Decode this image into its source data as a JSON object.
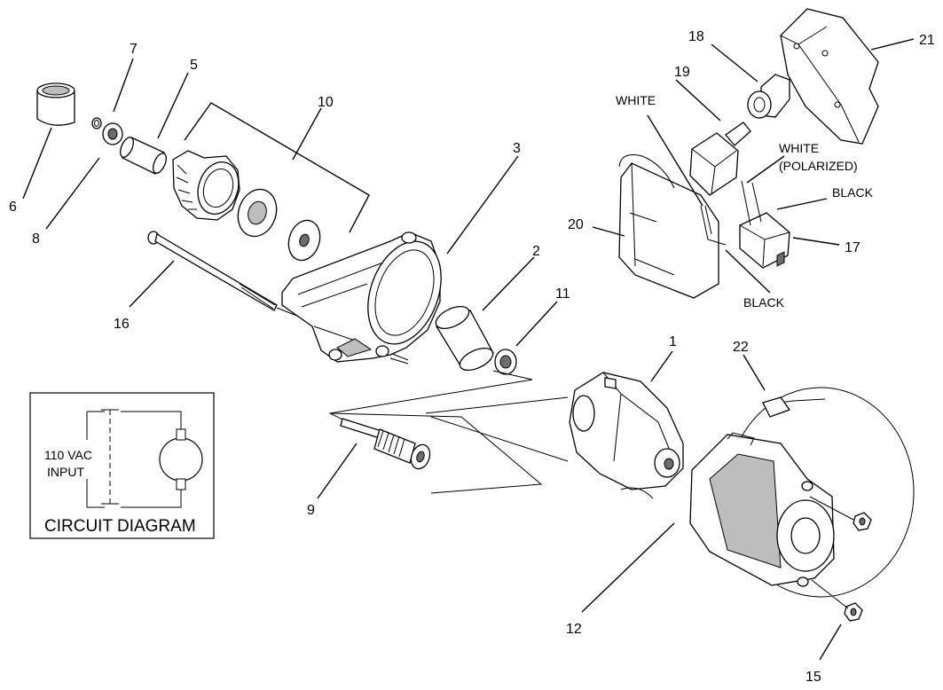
{
  "callouts": {
    "n1": "1",
    "n2": "2",
    "n3": "3",
    "n5": "5",
    "n6": "6",
    "n7": "7",
    "n8": "8",
    "n9": "9",
    "n10": "10",
    "n11": "11",
    "n12": "12",
    "n15": "15",
    "n16": "16",
    "n17": "17",
    "n18": "18",
    "n19": "19",
    "n20": "20",
    "n21": "21",
    "n22": "22"
  },
  "wires": {
    "white": "WHITE",
    "white_polarized_1": "WHITE",
    "white_polarized_2": "(POLARIZED)",
    "black_upper": "BLACK",
    "black_lower": "BLACK"
  },
  "circuit": {
    "input_line1": "110 VAC",
    "input_line2": "INPUT",
    "caption": "CIRCUIT DIAGRAM"
  }
}
